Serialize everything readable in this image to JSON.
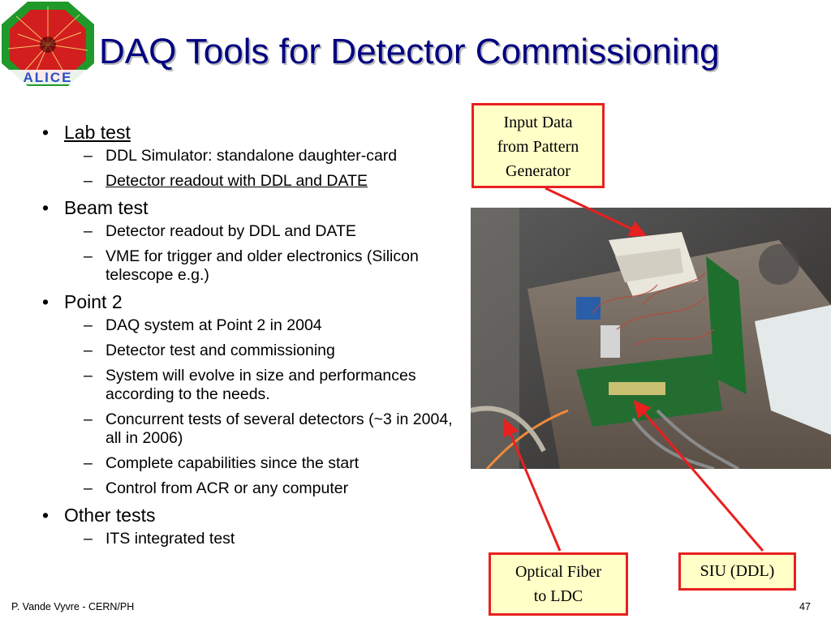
{
  "slide": {
    "title": "DAQ Tools for Detector Commissioning",
    "logo": {
      "icon": "alice-logo",
      "text": "ALICE"
    },
    "bullets": [
      {
        "text": "Lab test",
        "underline": true,
        "subs": [
          {
            "text": "DDL Simulator: standalone daughter-card"
          },
          {
            "text": "Detector readout with DDL and DATE",
            "underline": true
          }
        ]
      },
      {
        "text": "Beam test",
        "subs": [
          {
            "text": "Detector readout by DDL and DATE"
          },
          {
            "text": "VME for trigger and older electronics (Silicon telescope e.g.)"
          }
        ]
      },
      {
        "text": "Point 2",
        "subs": [
          {
            "text": "DAQ system at Point 2 in 2004"
          },
          {
            "text": "Detector test and commissioning"
          },
          {
            "text": "System will evolve in size and performances according to the needs."
          },
          {
            "text": "Concurrent tests of several detectors (~3 in 2004, all in 2006)"
          },
          {
            "text": "Complete capabilities since the start"
          },
          {
            "text": "Control from ACR or any computer"
          }
        ]
      },
      {
        "text": "Other tests",
        "subs": [
          {
            "text": "ITS integrated test"
          }
        ]
      }
    ],
    "bullet_mark": "•",
    "sub_mark": "–",
    "callouts": {
      "input": [
        "Input Data",
        "from Pattern",
        "Generator"
      ],
      "optical": [
        "Optical Fiber",
        "to LDC"
      ],
      "siu": [
        "SIU (DDL)"
      ]
    },
    "footer": {
      "author": "P. Vande Vyvre - CERN/PH",
      "page": "47"
    },
    "colors": {
      "title": "#000080",
      "callout_border": "#e8201f",
      "callout_fill": "#ffffc7",
      "arrow": "#e8201f"
    }
  }
}
